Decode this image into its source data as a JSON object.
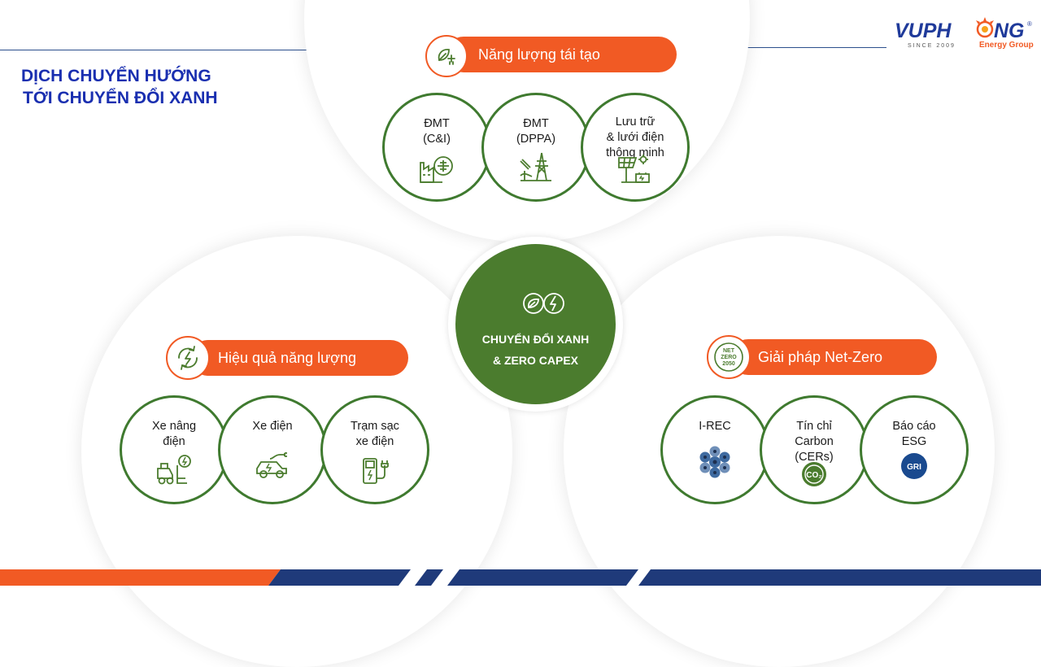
{
  "title": {
    "line1": "DỊCH CHUYỂN HƯỚNG",
    "line2": "TỚI CHUYỂN ĐỔI XANH"
  },
  "logo": {
    "brand": "VUPH",
    "brand_end": "NG",
    "registered": "®",
    "since": "SINCE 2009",
    "group": "Energy Group"
  },
  "center": {
    "label": "CHUYỂN ĐỔI XANH\n& ZERO CAPEX",
    "icon": "leaf-lightning-icon"
  },
  "groups": {
    "renewable": {
      "label": "Năng lượng tái tạo",
      "icon": "renewable-plug-icon",
      "items": [
        {
          "label": "ĐMT\n(C&I)",
          "icon": "factory-solar-icon"
        },
        {
          "label": "ĐMT\n(DPPA)",
          "icon": "solar-pylon-icon"
        },
        {
          "label": "Lưu trữ\n& lưới điện\nthông minh",
          "icon": "solar-battery-icon"
        }
      ]
    },
    "efficiency": {
      "label": "Hiệu quả năng lượng",
      "icon": "energy-cycle-icon",
      "items": [
        {
          "label": "Xe nâng\nđiện",
          "icon": "forklift-icon"
        },
        {
          "label": "Xe điện",
          "icon": "electric-car-icon"
        },
        {
          "label": "Trạm sạc\nxe điện",
          "icon": "charging-station-icon"
        }
      ]
    },
    "netzero": {
      "label": "Giải pháp Net-Zero",
      "icon": "net-zero-badge-icon",
      "badge_text": {
        "l1": "NET",
        "l2": "ZERO",
        "l3": "2050"
      },
      "items": [
        {
          "label": "I-REC",
          "icon": "irec-icon"
        },
        {
          "label": "Tín chỉ\nCarbon\n(CERs)",
          "icon": "co2-icon",
          "icon_text": "CO₂"
        },
        {
          "label": "Báo cáo\nESG",
          "icon": "gri-icon",
          "icon_text": "GRI"
        }
      ]
    }
  },
  "colors": {
    "orange": "#f15a24",
    "green": "#4b7c2e",
    "ring_green": "#3f7a2f",
    "navy": "#1f3a7a",
    "title_blue": "#1a2fb0"
  }
}
